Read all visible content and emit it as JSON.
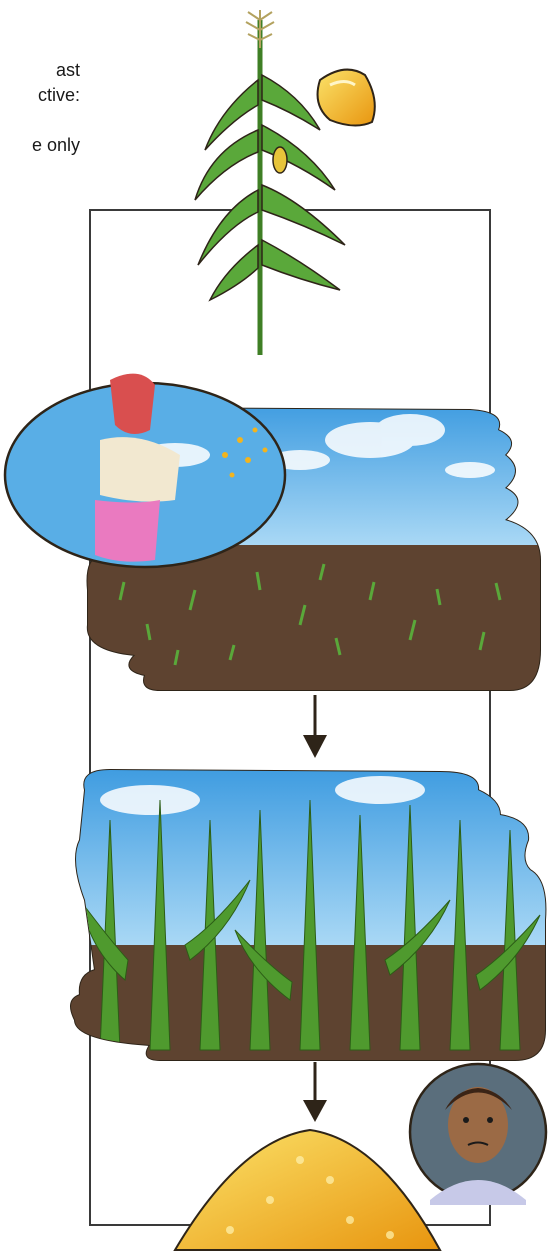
{
  "text_fragments": [
    "ast",
    "ctive:",
    "",
    "e only"
  ],
  "icons": {
    "corn_plant": "corn-plant-icon",
    "corn_kernel": "corn-kernel-icon",
    "arrow": "arrow-down-icon",
    "grain_pile": "grain-pile-icon"
  },
  "colors": {
    "frame": "#3a3a3a",
    "sky": "#59aee6",
    "soil": "#5e4330",
    "leaf": "#4f9a2e",
    "kernel": "#f3b41d",
    "outline": "#2e2418"
  }
}
